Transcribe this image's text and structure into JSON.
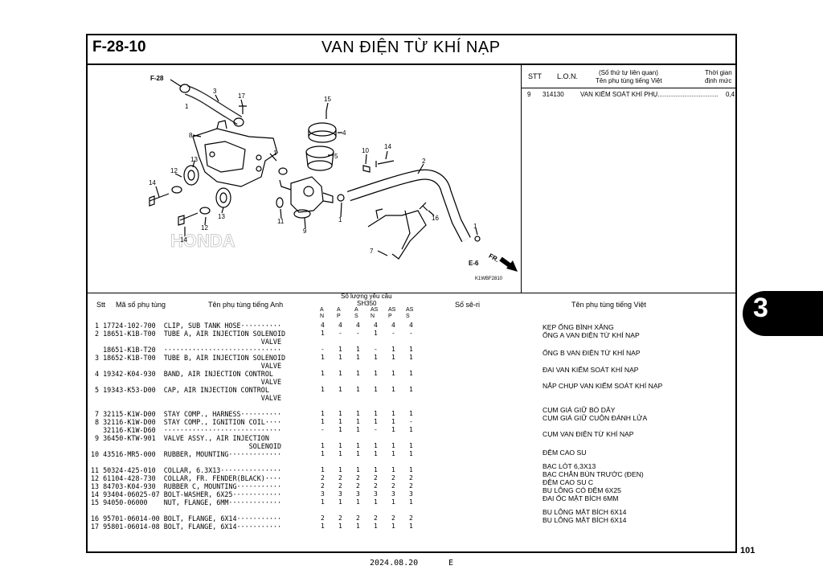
{
  "header": {
    "code": "F-28-10",
    "title": "VAN ĐIỆN TỪ KHÍ NẠP"
  },
  "side_tab": "3",
  "page_number": "101",
  "footer": {
    "date": "2024.08.20",
    "edition": "E"
  },
  "diagram": {
    "ref_top": "F-28",
    "ref_bottom": "E-6",
    "arrow_label": "FR.",
    "figure_id": "K1WBF2810",
    "watermark": "HONDA",
    "callouts": [
      "1",
      "3",
      "17",
      "15",
      "4",
      "8",
      "5",
      "1",
      "10",
      "14",
      "2",
      "13",
      "12",
      "14",
      "11",
      "9",
      "1",
      "16",
      "1",
      "7",
      "14",
      "12",
      "13"
    ]
  },
  "related": {
    "headers": {
      "stt": "STT",
      "lon": "L.O.N.",
      "name1": "(Số thứ tự liên quan)",
      "name2": "Tên phụ tùng tiếng Việt",
      "time1": "Thời gian",
      "time2": "định mức"
    },
    "row": {
      "stt": "9",
      "lon": "314130",
      "name": "VAN KIỂM SOÁT KHÍ PHỤ..................................",
      "time": "0,4"
    }
  },
  "parts_header": {
    "stt": "Stt",
    "part_no": "Mã số phụ tùng",
    "name_en": "Tên phụ tùng tiếng Anh",
    "qty1": "Số lượng yêu cầu",
    "qty2": "SH350",
    "qty_cols": [
      "A N",
      "A P",
      "A S",
      "AS N",
      "AS P",
      "AS S"
    ],
    "serial": "Số sê-ri",
    "name_vi": "Tên phụ tùng tiếng Việt"
  },
  "parts_text": " 1 17724-102-700  CLIP, SUB TANK HOSE··········\n 2 18651-K1B-T00  TUBE A, AIR INJECTION SOLENOID\n                                          VALVE\n   18651-K1B-T20  ·····························\n 3 18652-K1B-T00  TUBE B, AIR INJECTION SOLENOID\n                                          VALVE\n 4 19342-K04-930  BAND, AIR INJECTION CONTROL\n                                          VALVE\n 5 19343-K53-D00  CAP, AIR INJECTION CONTROL\n                                          VALVE\n\n 7 32115-K1W-D00  STAY COMP., HARNESS··········\n 8 32116-K1W-D00  STAY COMP., IGNITION COIL····\n   32116-K1W-D60  ·····························\n 9 36450-KTW-901  VALVE ASSY., AIR INJECTION\n                                       SOLENOID\n10 43516-MR5-000  RUBBER, MOUNTING·············\n\n11 50324-425-010  COLLAR, 6.3X13···············\n12 61104-428-730  COLLAR, FR. FENDER(BLACK)····\n13 84703-K04-930  RUBBER C, MOUNTING···········\n14 93404-06025-07 BOLT-WASHER, 6X25············\n15 94050-06000    NUT, FLANGE, 6MM·············\n\n16 95701-06014-00 BOLT, FLANGE, 6X14···········\n17 95801-06014-08 BOLT, FLANGE, 6X14···········",
  "qty_text": [
    "4\n1\n\n-\n1\n\n1\n\n1\n\n\n1\n1\n-\n\n1\n1\n\n1\n2\n2\n3\n1\n\n2\n1",
    "4\n-\n\n1\n1\n\n1\n\n1\n\n\n1\n1\n1\n\n1\n1\n\n1\n2\n2\n3\n1\n\n2\n1",
    "4\n-\n\n1\n1\n\n1\n\n1\n\n\n1\n1\n1\n\n1\n1\n\n1\n2\n2\n3\n1\n\n2\n1",
    "4\n1\n\n-\n1\n\n1\n\n1\n\n\n1\n1\n-\n\n1\n1\n\n1\n2\n2\n3\n1\n\n2\n1",
    "4\n-\n\n1\n1\n\n1\n\n1\n\n\n1\n1\n1\n\n1\n1\n\n1\n2\n2\n3\n1\n\n2\n1",
    "4\n-\n\n1\n1\n\n1\n\n1\n\n\n1\n-\n1\n\n1\n1\n\n1\n2\n2\n3\n1\n\n2\n1"
  ],
  "vn_names": [
    "KẸP ỐNG BÌNH XĂNG",
    "ỐNG A VAN ĐIỆN TỪ KHÍ NẠP",
    "ỐNG B VAN ĐIỆN TỪ KHÍ NẠP",
    "ĐAI VAN KIỂM SOÁT KHÍ NẠP",
    "NẮP CHỤP VAN KIỂM SOÁT KHÍ NẠP",
    "CỤM GIÁ GIỮ BÓ DÂY",
    "CỤM GIÁ GIỮ CUỘN ĐÁNH LỬA",
    "CỤM VAN ĐIỆN TỪ KHÍ NẠP",
    "ĐỆM CAO SU",
    "BẠC LÓT 6,3X13",
    "BẠC CHẮN BÙN TRƯỚC (ĐEN)",
    "ĐỆM CAO SU C",
    "BU LÔNG CÓ ĐỆM 6X25",
    "ĐAI ỐC MẶT BÍCH 6MM",
    "BU LÔNG MẶT BÍCH 6X14",
    "BU LÔNG MẶT BÍCH 6X14"
  ]
}
